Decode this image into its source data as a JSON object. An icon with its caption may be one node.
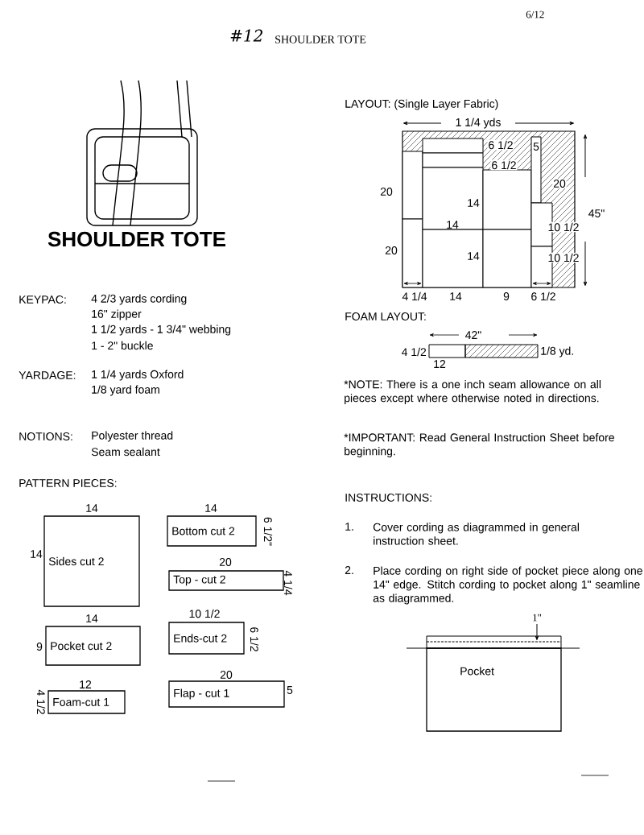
{
  "diagram": {
    "title": "SHOULDER TOTE",
    "nodes": [
      {
        "text": [
          "Sides cut 2"
        ],
        "beside": [
          "14",
          "14"
        ]
      },
      {
        "text": [
          "Bottom cut 2"
        ],
        "beside": [
          "14",
          "6 1/2\""
        ]
      },
      {
        "text": [
          "Top - cut 2"
        ],
        "beside": [
          "20",
          "4 1/4"
        ]
      },
      {
        "text": [
          "Pocket cut 2"
        ],
        "beside": [
          "14",
          "9"
        ]
      },
      {
        "text": [
          "Ends-cut 2"
        ],
        "beside": [
          "10 1/2",
          "6 1/2"
        ]
      },
      {
        "text": [
          "Foam-cut 1"
        ],
        "beside": [
          "12",
          "4 1/2"
        ]
      },
      {
        "text": [
          "Flap - cut 1"
        ],
        "beside": [
          "20",
          "5"
        ]
      },
      {
        "text": [
          "Pocket"
        ]
      }
    ],
    "edges": [],
    "labels": [
      "#12",
      "6/12",
      "SHOULDER TOTE",
      "KEYPAC:",
      "4 2/3 yards cording",
      "16\" zipper",
      "1 1/2 yards - 1 3/4\" webbing",
      "1 - 2\" buckle",
      "YARDAGE:",
      "1 1/4 yards Oxford",
      "1/8 yard foam",
      "NOTIONS:",
      "Polyester thread",
      "Seam sealant",
      "PATTERN PIECES:",
      "LAYOUT: (Single Layer Fabric)",
      "1 1/4 yds",
      "6 1/2",
      "5",
      "6 1/2",
      "20",
      "14",
      "20",
      "45\"",
      "10 1/2",
      "14",
      "20",
      "10 1/2",
      "14",
      "4 1/4",
      "14",
      "9",
      "6 1/2",
      "FOAM LAYOUT:",
      "42\"",
      "4 1/2",
      "1/8 yd.",
      "12",
      "*NOTE: There is a one inch seam allowance on all pieces except where otherwise noted in directions.",
      "*IMPORTANT: Read General Instruction Sheet before beginning.",
      "INSTRUCTIONS:",
      "1.",
      "Cover cording as diagrammed in general instruction sheet.",
      "2.",
      "Place cording on right side of pocket piece along one 14\" edge. Stitch cording to pocket along 1\" seamline as diagrammed.",
      "1\""
    ]
  }
}
